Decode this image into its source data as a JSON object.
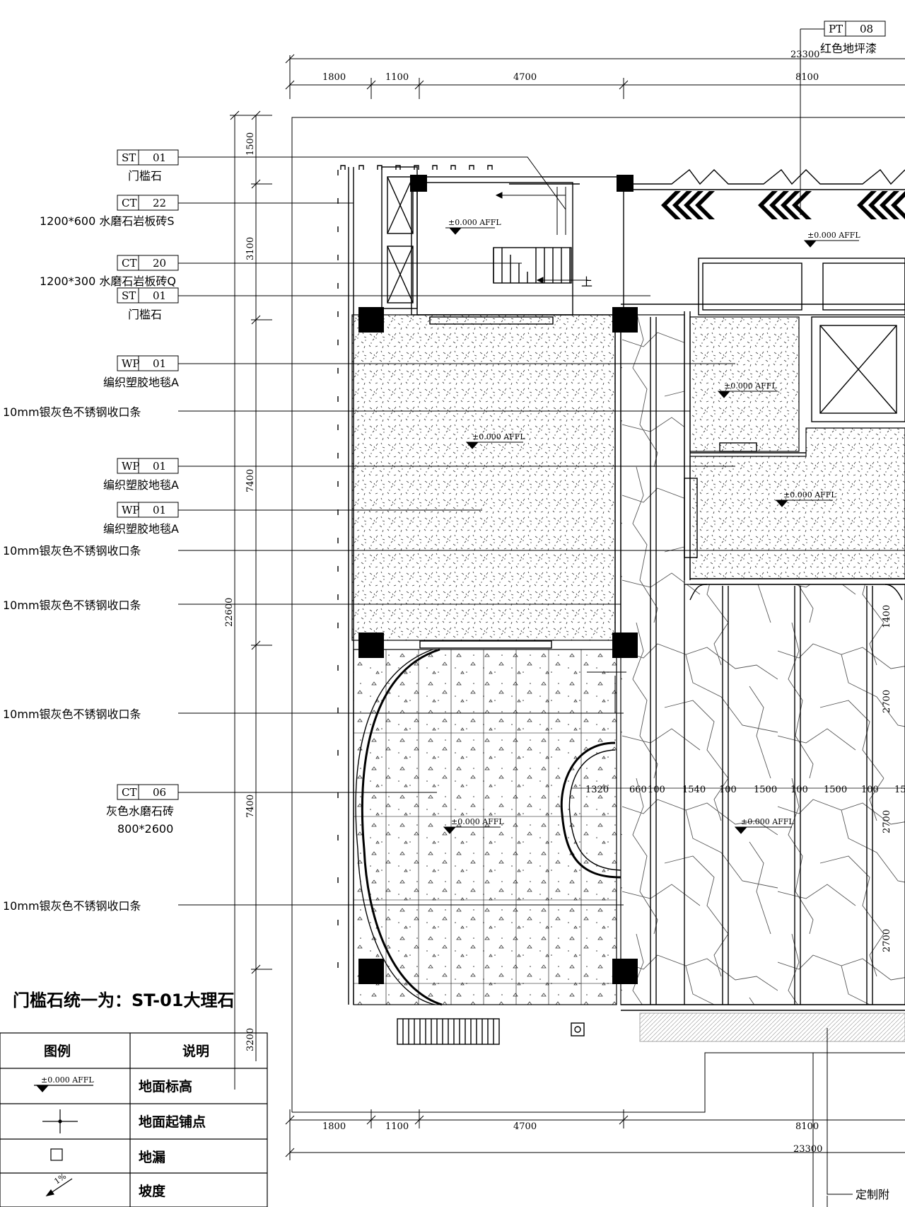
{
  "dimensions": {
    "top": [
      "1800",
      "1100",
      "4700",
      "8100"
    ],
    "top_total": "23300",
    "bottom": [
      "1800",
      "1100",
      "4700",
      "8100"
    ],
    "bottom_total": "23300",
    "left": [
      "1500",
      "3100",
      "7400",
      "7400",
      "3200"
    ],
    "left_total": "22600",
    "right": [
      "1400",
      "2700",
      "2700",
      "2700"
    ],
    "inner_row": [
      "1320",
      "660",
      "100",
      "1540",
      "100",
      "1500",
      "100",
      "1500",
      "100",
      "15"
    ]
  },
  "tags": [
    {
      "code": "ST",
      "num": "01",
      "desc": "门槛石"
    },
    {
      "code": "CT",
      "num": "22",
      "desc": "1200*600 水磨石岩板砖S"
    },
    {
      "code": "CT",
      "num": "20",
      "desc": "1200*300 水磨石岩板砖Q"
    },
    {
      "code": "ST",
      "num": "01",
      "desc": "门槛石"
    },
    {
      "code": "WP",
      "num": "01",
      "desc": "编织塑胶地毯A"
    },
    {
      "code": "WP",
      "num": "01",
      "desc": "编织塑胶地毯A"
    },
    {
      "code": "WP",
      "num": "01",
      "desc": "编织塑胶地毯A"
    },
    {
      "code": "CT",
      "num": "06",
      "desc": "灰色水磨石砖",
      "desc2": "800*2600"
    }
  ],
  "pt_tag": {
    "code": "PT",
    "num": "08",
    "desc": "红色地坪漆",
    "dim": "23300"
  },
  "strip_label": "10mm银灰色不锈钢收口条",
  "elevation_label": "±0.000 AFFL",
  "stair_label": "上",
  "custom_label": "定制附",
  "note": "门槛石统一为：ST-01大理石",
  "legend": {
    "header_symbol": "图例",
    "header_desc": "说明",
    "rows": [
      {
        "icon": "elevation-symbol",
        "desc": "地面标高"
      },
      {
        "icon": "crosshair-start-point",
        "desc": "地面起铺点"
      },
      {
        "icon": "square-drain",
        "desc": "地漏"
      },
      {
        "icon": "slope-arrow",
        "desc": "坡度",
        "value": "1%"
      }
    ]
  }
}
